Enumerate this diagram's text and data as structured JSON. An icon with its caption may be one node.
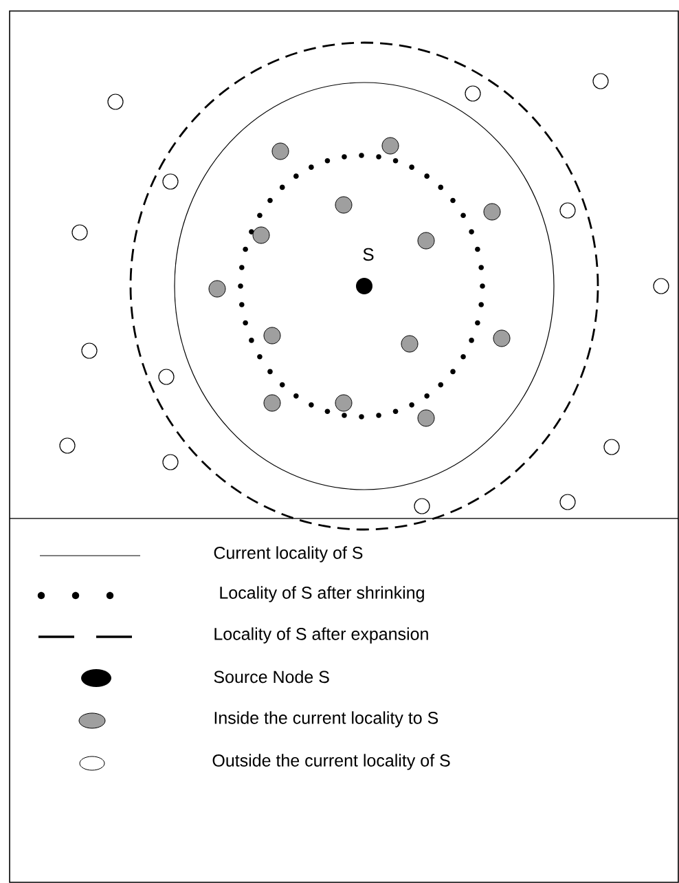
{
  "diagram": {
    "labels": [
      "S"
    ],
    "legend": [
      {
        "text": "Current locality of S"
      },
      {
        "text": "Locality of S after shrinking"
      },
      {
        "text": "Locality of S after expansion"
      },
      {
        "text": "Source Node S"
      },
      {
        "text": "Inside the current locality to S"
      },
      {
        "text": "Outside the current locality of S"
      }
    ]
  }
}
